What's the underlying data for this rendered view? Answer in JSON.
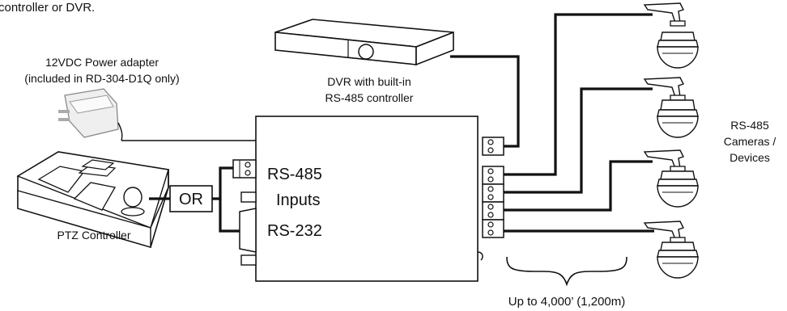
{
  "caption_fragment": "controller or DVR.",
  "power_adapter": {
    "line1": "12VDC Power adapter",
    "line2": "(included in RD-304-D1Q only)"
  },
  "dvr": {
    "line1": "DVR with built-in",
    "line2": "RS-485 controller"
  },
  "ptz_controller": {
    "label": "PTZ Controller"
  },
  "or_box": {
    "label": "OR"
  },
  "hub": {
    "rs485": "RS-485",
    "inputs": "Inputs",
    "rs232": "RS-232"
  },
  "cameras": {
    "line1": "RS-485",
    "line2": "Cameras /",
    "line3": "Devices"
  },
  "distance": {
    "label": "Up to 4,000’ (1,200m)"
  }
}
